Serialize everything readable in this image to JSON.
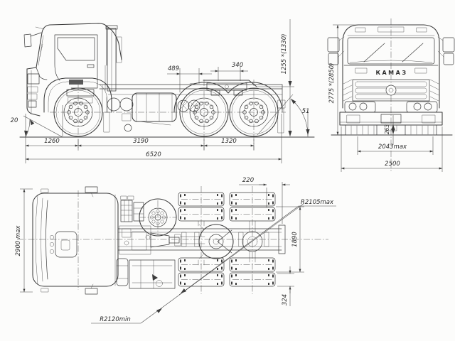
{
  "drawing": {
    "type": "truck-tractor three-view dimensional drawing",
    "colors": {
      "background": "#fcfcfb",
      "line": "#3c3c3c"
    },
    "side": {
      "approach_angle": "20",
      "front_overhang": "1260",
      "wheelbase": "3190",
      "bogie_spacing": "1320",
      "overall_length": "6520",
      "fifth_wheel_dim_a": "489",
      "fifth_wheel_dim_b": "340",
      "fifth_wheel_height": "1255 *(1330)",
      "departure_angle": "51"
    },
    "front": {
      "brand": "КАМАЗ",
      "overall_height": "2775 *(2850)",
      "bumper_clearance": "263",
      "front_track": "2043max",
      "overall_width": "2500"
    },
    "top": {
      "cab_width": "2900 max",
      "rear_offset": "220",
      "turning_radius_outer": "R2105max",
      "rear_track": "1890",
      "side_offset": "324",
      "turning_radius_min": "R2120min"
    }
  }
}
